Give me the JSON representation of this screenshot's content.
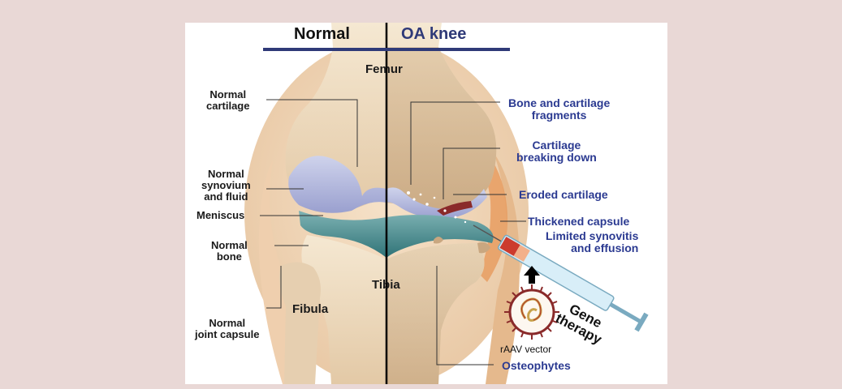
{
  "header": {
    "left": "Normal",
    "right": "OA knee"
  },
  "bones": {
    "femur": "Femur",
    "tibia": "Tibia",
    "fibula": "Fibula"
  },
  "left_labels": {
    "cartilage": [
      "Normal",
      "cartilage"
    ],
    "synovium": [
      "Normal",
      "synovium",
      "and fluid"
    ],
    "meniscus": [
      "Meniscus"
    ],
    "bone": [
      "Normal",
      "bone"
    ],
    "capsule": [
      "Normal",
      "joint capsule"
    ]
  },
  "right_labels": {
    "fragments": [
      "Bone and cartilage",
      "fragments"
    ],
    "breaking": [
      "Cartilage",
      "breaking down"
    ],
    "eroded": [
      "Eroded cartilage"
    ],
    "thickened": [
      "Thickened capsule"
    ],
    "synovitis": [
      "Limited synovitis",
      "and effusion"
    ],
    "osteophytes": [
      "Osteophytes"
    ]
  },
  "therapy": {
    "gene": [
      "Gene",
      "therapy"
    ],
    "vector": "rAAV vector"
  },
  "colors": {
    "background": "#e9d8d6",
    "header_rule": "#2f3a78",
    "blue_text": "#2b3a91",
    "dark_text": "#1a1a1a"
  }
}
